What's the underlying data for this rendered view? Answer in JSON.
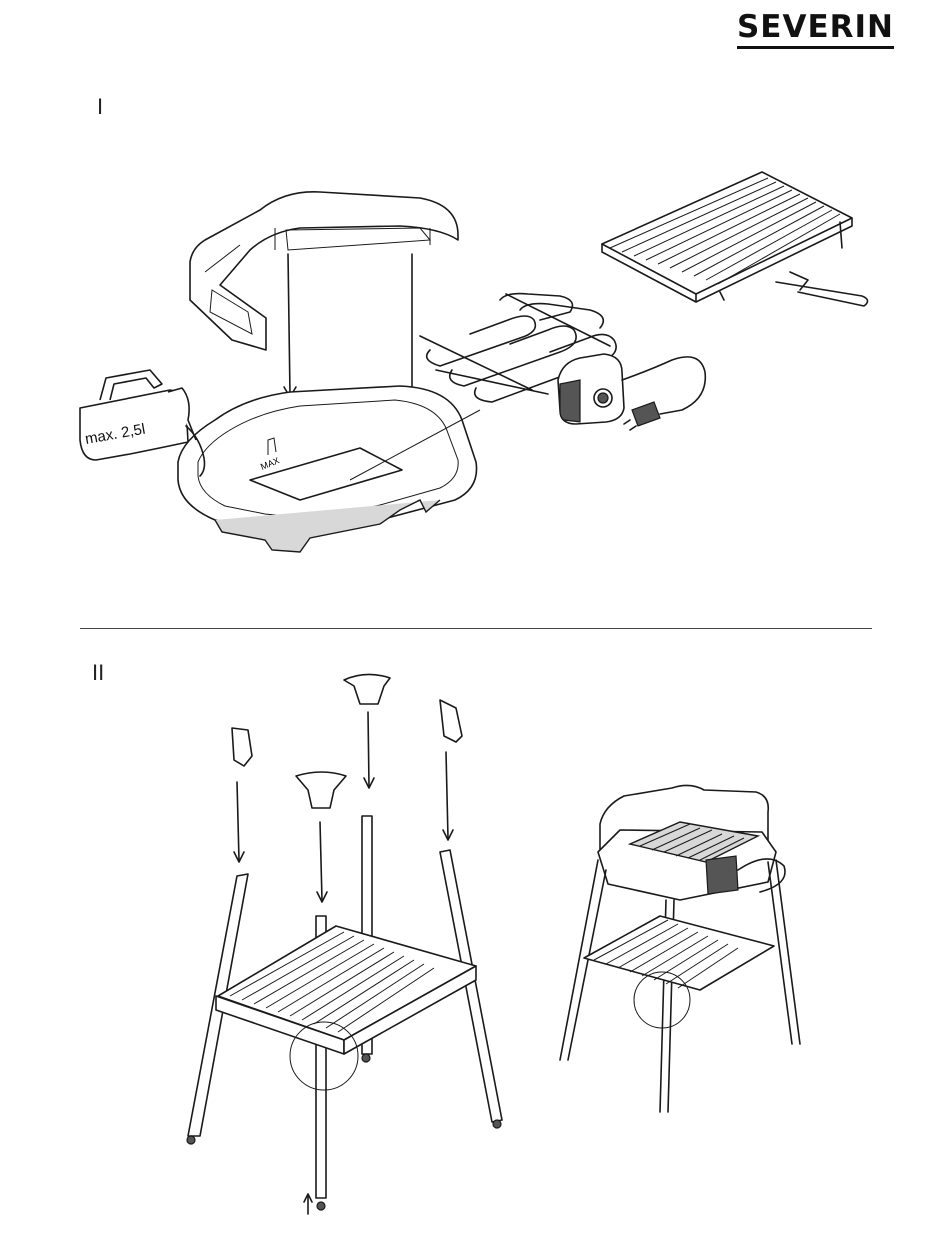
{
  "brand": {
    "name": "SEVERIN"
  },
  "sections": [
    {
      "id": "I",
      "label": "I"
    },
    {
      "id": "II",
      "label": "II"
    }
  ],
  "annotations": {
    "jug_capacity": "max. 2,5l"
  },
  "icons": [
    "severin-logo",
    "grill-frame-illustration",
    "water-jug-icon",
    "heating-element-illustration",
    "thermostat-plug-icon",
    "grill-grate-illustration",
    "grate-lifter-icon",
    "stand-assembly-illustration",
    "assembled-grill-illustration"
  ]
}
